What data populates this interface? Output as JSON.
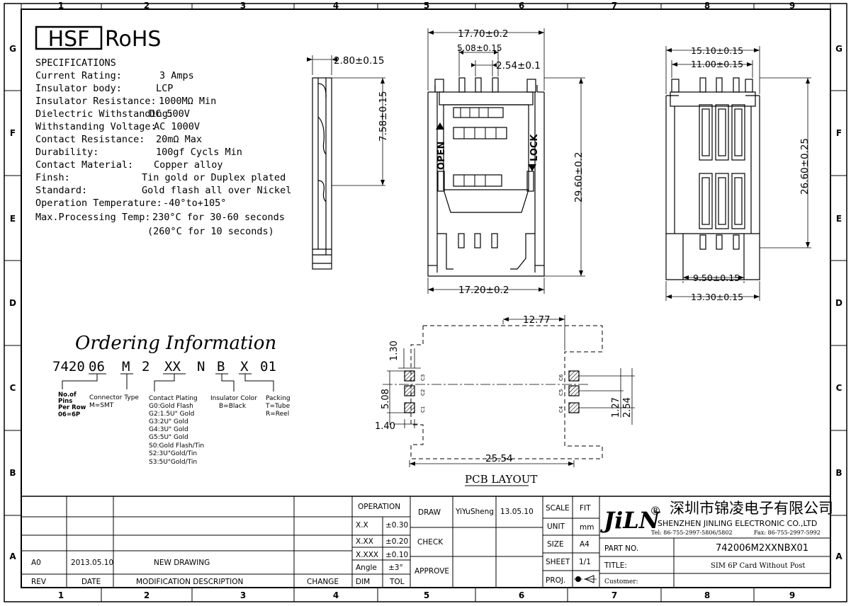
{
  "frame": {
    "columns": [
      "1",
      "2",
      "3",
      "4",
      "5",
      "6",
      "7",
      "8",
      "9"
    ],
    "rows": [
      "G",
      "F",
      "E",
      "D",
      "C",
      "B",
      "A"
    ]
  },
  "logo": {
    "hsf": "HSF",
    "rohs": "RoHS"
  },
  "specifications": {
    "heading": "SPECIFICATIONS",
    "items": [
      {
        "label": "Current Rating:",
        "value": "3 Amps"
      },
      {
        "label": "Insulator body:",
        "value": "LCP"
      },
      {
        "label": "Insulator Resistance:",
        "value": "1000MΩ Min"
      },
      {
        "label": "Dielectric Withstanding:",
        "value": "DC 500V"
      },
      {
        "label": "Withstanding Voltage:",
        "value": "AC 1000V"
      },
      {
        "label": "Contact Resistance:",
        "value": "20mΩ Max"
      },
      {
        "label": "Durability:",
        "value": "100gf Cycls Min"
      },
      {
        "label": "Contact Material:",
        "value": "Copper alloy"
      },
      {
        "label": "Finsh:",
        "value": "Tin gold or Duplex plated"
      },
      {
        "label": "Standard:",
        "value": "Gold flash all over Nickel"
      },
      {
        "label": "Operation Temperature:",
        "value": "-40°to+105°"
      },
      {
        "label": "Max.Processing Temp:",
        "value": "230°C for 30-60 seconds"
      },
      {
        "label": "",
        "value": "(260°C for 10 seconds)"
      }
    ]
  },
  "ordering": {
    "title": "Ordering Information",
    "code_parts": [
      "7420",
      "06",
      "M",
      "2",
      "XX",
      "N",
      "B",
      "X",
      "01"
    ],
    "pins": {
      "l1": "No.of",
      "l2": "Pins",
      "l3": "Per Row",
      "l4": "06=6P"
    },
    "connector": {
      "l1": "Connector Type",
      "l2": "M=SMT"
    },
    "plating": [
      "Contact Plating",
      "G0:Gold Flash",
      "G2:1.5U\" Gold",
      "G3:2U\" Gold",
      "G4:3U\" Gold",
      "G5:5U\" Gold",
      "S0:Gold Flash/Tin",
      "S2:3U\"Gold/Tin",
      "S3:5U\"Gold/Tin"
    ],
    "insulator": {
      "l1": "Insulator Color",
      "l2": "B=Black"
    },
    "packing": {
      "l1": "Packing",
      "l2": "T=Tube",
      "l3": "R=Reel"
    }
  },
  "side_view": {
    "thickness": "2.80±0.15",
    "height": "7.58±0.15"
  },
  "front_view": {
    "width_top": "17.70±0.2",
    "pitch_outer": "5.08±0.15",
    "pitch": "2.54±0.1",
    "length": "29.60±0.2",
    "width_bottom": "17.20±0.2",
    "open_label": "OPEN",
    "lock_label": "LOCK"
  },
  "bottom_view": {
    "outer_width": "15.10±0.15",
    "inner_width": "11.00±0.15",
    "height": "26.60±0.25",
    "foot_inner": "9.50±0.15",
    "foot_outer": "13.30±0.15"
  },
  "pcb": {
    "title": "PCB LAYOUT",
    "dim_top": "12.77",
    "dim_pad_h": "1.30",
    "dim_span": "5.08",
    "dim_pad_w": "1.40",
    "dim_width": "25.54",
    "dim_pitch": "1.27",
    "dim_pitch2": "2.54",
    "left_pads": [
      "C3",
      "C2",
      "C1"
    ],
    "right_pads": [
      "C6",
      "C5",
      "C4"
    ]
  },
  "title_block": {
    "tolerances": {
      "header": "OPERATION",
      "rows": [
        [
          "X.X",
          "±0.30"
        ],
        [
          "X.XX",
          "±0.20"
        ],
        [
          "X.XXX",
          "±0.10"
        ],
        [
          "Angle",
          "±3°"
        ]
      ],
      "footer": [
        "DIM",
        "TOL"
      ]
    },
    "draw": "DRAW",
    "drawer": "YiYuSheng",
    "draw_date": "13.05.10",
    "check": "CHECK",
    "approve": "APPROVE",
    "scale_label": "SCALE",
    "scale_value": "FIT",
    "unit_label": "UNIT",
    "unit_value": "mm",
    "size_label": "SIZE",
    "size_value": "A4",
    "sheet_label": "SHEET",
    "sheet_value": "1/1",
    "proj_label": "PROJ.",
    "company_logo": "JiLN",
    "registered": "®",
    "company_cn": "深圳市锦凌电子有限公司",
    "company_en": "SHENZHEN JINLING ELECTRONIC CO.,LTD",
    "tel": "Tel: 86-755-2997-5806/5802",
    "fax": "Fax: 86-755-2997-5992",
    "part_label": "PART NO.",
    "part_no": "742006M2XXNBX01",
    "title_label": "TITLE:",
    "title": "SIM 6P Card Without Post",
    "customer_label": "Customer:",
    "revision": {
      "rev": "A0",
      "date": "2013.05.10",
      "desc": "NEW DRAWING"
    },
    "rev_headers": [
      "REV",
      "DATE",
      "MODIFICATION DESCRIPTION",
      "CHANGE"
    ]
  }
}
